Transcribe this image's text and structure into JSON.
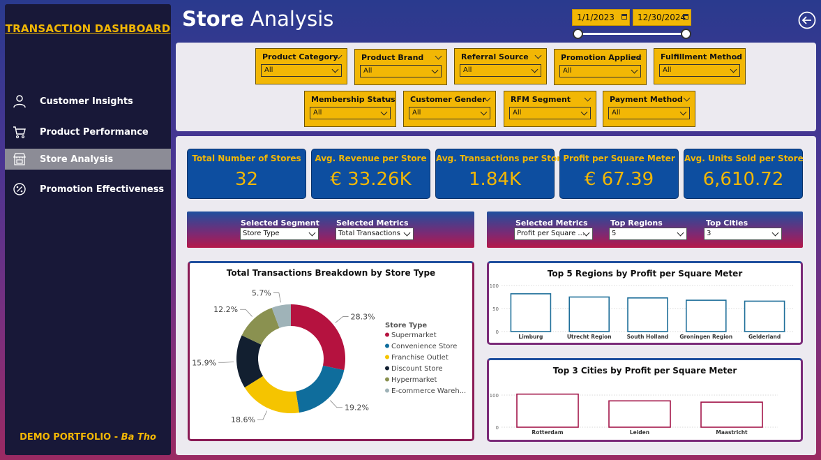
{
  "sidebar": {
    "brand": "TRANSACTION DASHBOARD",
    "items": [
      {
        "label": "Customer Insights",
        "icon": "user-icon",
        "active": false
      },
      {
        "label": "Product Performance",
        "icon": "cart-icon",
        "active": false
      },
      {
        "label": "Store Analysis",
        "icon": "store-icon",
        "active": true
      },
      {
        "label": "Promotion Effectiveness",
        "icon": "percent-badge-icon",
        "active": false
      }
    ],
    "footer_prefix": "DEMO PORTFOLIO - ",
    "footer_name": "Ba Tho"
  },
  "header": {
    "title_bold": "Store",
    "title_rest": " Analysis",
    "date_start": "1/1/2023",
    "date_end": "12/30/2024"
  },
  "filters": [
    {
      "label": "Product Category",
      "value": "All"
    },
    {
      "label": "Product Brand",
      "value": "All"
    },
    {
      "label": "Referral Source",
      "value": "All"
    },
    {
      "label": "Promotion Applied",
      "value": "All"
    },
    {
      "label": "Fulfillment Method",
      "value": "All"
    },
    {
      "label": "Membership Status",
      "value": "All"
    },
    {
      "label": "Customer Gender",
      "value": "All"
    },
    {
      "label": "RFM Segment",
      "value": "All"
    },
    {
      "label": "Payment Method",
      "value": "All"
    }
  ],
  "kpis": [
    {
      "label": "Total Number of Stores",
      "value": "32"
    },
    {
      "label": "Avg. Revenue per Store",
      "value": "€ 33.26K"
    },
    {
      "label": "Avg. Transactions per Store",
      "value": "1.84K"
    },
    {
      "label": "Profit per Square Meter",
      "value": "€ 67.39"
    },
    {
      "label": "Avg. Units Sold per Store",
      "value": "6,610.72"
    }
  ],
  "left_controls": [
    {
      "label": "Selected Segment",
      "value": "Store Type"
    },
    {
      "label": "Selected Metrics",
      "value": "Total Transactions"
    }
  ],
  "right_controls": [
    {
      "label": "Selected Metrics",
      "value": "Profit per Square ..."
    },
    {
      "label": "Top Regions",
      "value": "5"
    },
    {
      "label": "Top Cities",
      "value": "3"
    }
  ],
  "colors": {
    "accent_yellow": "#f2b705",
    "kpi_blue": "#0d4ea0",
    "bar_blue": "#1f6f9a",
    "bar_red": "#a3174a"
  },
  "chart_data": [
    {
      "type": "pie",
      "title": "Total Transactions Breakdown by Store Type",
      "legend_title": "Store Type",
      "legend_placement": "right",
      "slices": [
        {
          "name": "Supermarket",
          "value": 28.3,
          "label": "28.3%",
          "color": "#b5123f"
        },
        {
          "name": "Convenience Store",
          "value": 19.2,
          "label": "19.2%",
          "color": "#0f6d9c"
        },
        {
          "name": "Franchise Outlet",
          "value": 18.6,
          "label": "18.6%",
          "color": "#f5c400"
        },
        {
          "name": "Discount Store",
          "value": 15.9,
          "label": "15.9%",
          "color": "#121f30"
        },
        {
          "name": "Hypermarket",
          "value": 12.2,
          "label": "12.2%",
          "color": "#8a9150"
        },
        {
          "name": "E-commerce Wareh...",
          "value": 5.7,
          "label": "5.7%",
          "color": "#9fb3b8"
        }
      ]
    },
    {
      "type": "bar",
      "title": "Top 5 Regions by Profit per Square Meter",
      "categories": [
        "Limburg",
        "Utrecht Region",
        "South Holland",
        "Groningen Region",
        "Gelderland"
      ],
      "values": [
        82,
        75,
        73,
        68,
        66
      ],
      "yticks": [
        "100",
        "50",
        "0"
      ],
      "ylim": [
        0,
        100
      ],
      "grid": true
    },
    {
      "type": "bar",
      "title": "Top 3 Cities by Profit per Square Meter",
      "categories": [
        "Rotterdam",
        "Leiden",
        "Maastricht"
      ],
      "values": [
        103,
        82,
        78
      ],
      "yticks": [
        "100",
        "0"
      ],
      "ylim": [
        0,
        100
      ],
      "grid": true
    }
  ]
}
